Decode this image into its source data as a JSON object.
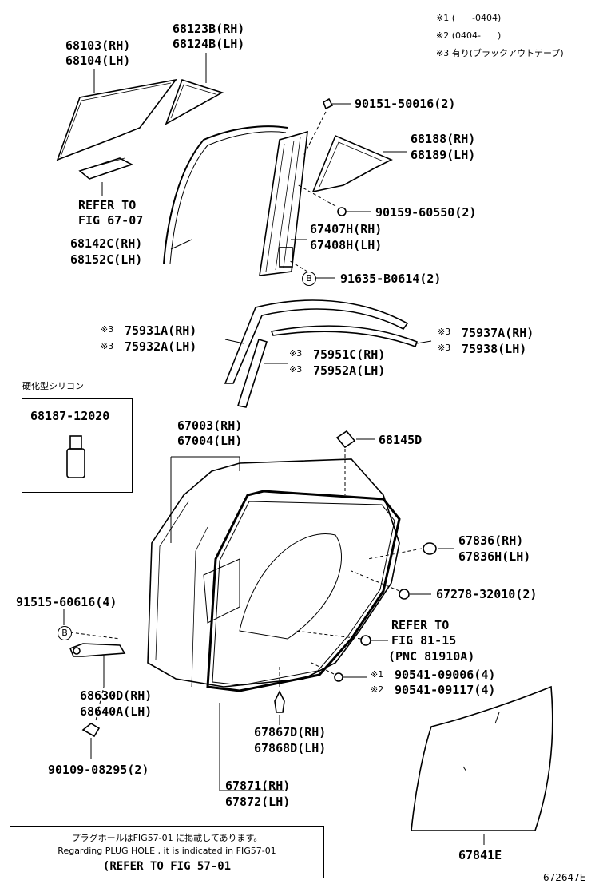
{
  "legend": {
    "note1": "※1 (      -0404)",
    "note2": "※2 (0404-      )",
    "note3": "※3 有り(ブラックアウトテープ)"
  },
  "labels": {
    "p68103": "68103(RH)",
    "p68104": "68104(LH)",
    "p68123b": "68123B(RH)",
    "p68124b": "68124B(LH)",
    "p90151": "90151-50016(2)",
    "p68188": "68188(RH)",
    "p68189": "68189(LH)",
    "refer1a": "REFER TO",
    "refer1b": "FIG 67-07",
    "p90159": "90159-60550(2)",
    "p67407h": "67407H(RH)",
    "p67408h": "67408H(LH)",
    "p68142c": "68142C(RH)",
    "p68152c": "68152C(LH)",
    "p91635": "91635-B0614(2)",
    "callout_b": "B",
    "p75931a": "75931A(RH)",
    "p75932a": "75932A(LH)",
    "p75937a": "75937A(RH)",
    "p75938": "75938(LH)",
    "p75951c": "75951C(RH)",
    "p75952a": "75952A(LH)",
    "mark3": "※3",
    "silicon_title": "硬化型シリコン",
    "p68187": "68187-12020",
    "p67003": "67003(RH)",
    "p67004": "67004(LH)",
    "p68145d": "68145D",
    "p67836": "67836(RH)",
    "p67836h": "67836H(LH)",
    "p91515": "91515-60616(4)",
    "p67278": "67278-32010(2)",
    "refer2a": "REFER TO",
    "refer2b": "FIG 81-15",
    "refer2c": "(PNC 81910A)",
    "mark1": "※1",
    "mark2": "※2",
    "p90541_09006": "90541-09006(4)",
    "p90541_09117": "90541-09117(4)",
    "p68630d": "68630D(RH)",
    "p68640a": "68640A(LH)",
    "p67867d": "67867D(RH)",
    "p67868d": "67868D(LH)",
    "p90109": "90109-08295(2)",
    "p67871": "67871(RH)",
    "p67872": "67872(LH)",
    "p67841e": "67841E",
    "fig_id": "672647E"
  },
  "note": {
    "line1": "プラグホールはFIG57-01 に掲載してあります。",
    "line2": "Regarding PLUG HOLE , it is indicated in FIG57-01",
    "line3": "(REFER TO FIG 57-01"
  }
}
